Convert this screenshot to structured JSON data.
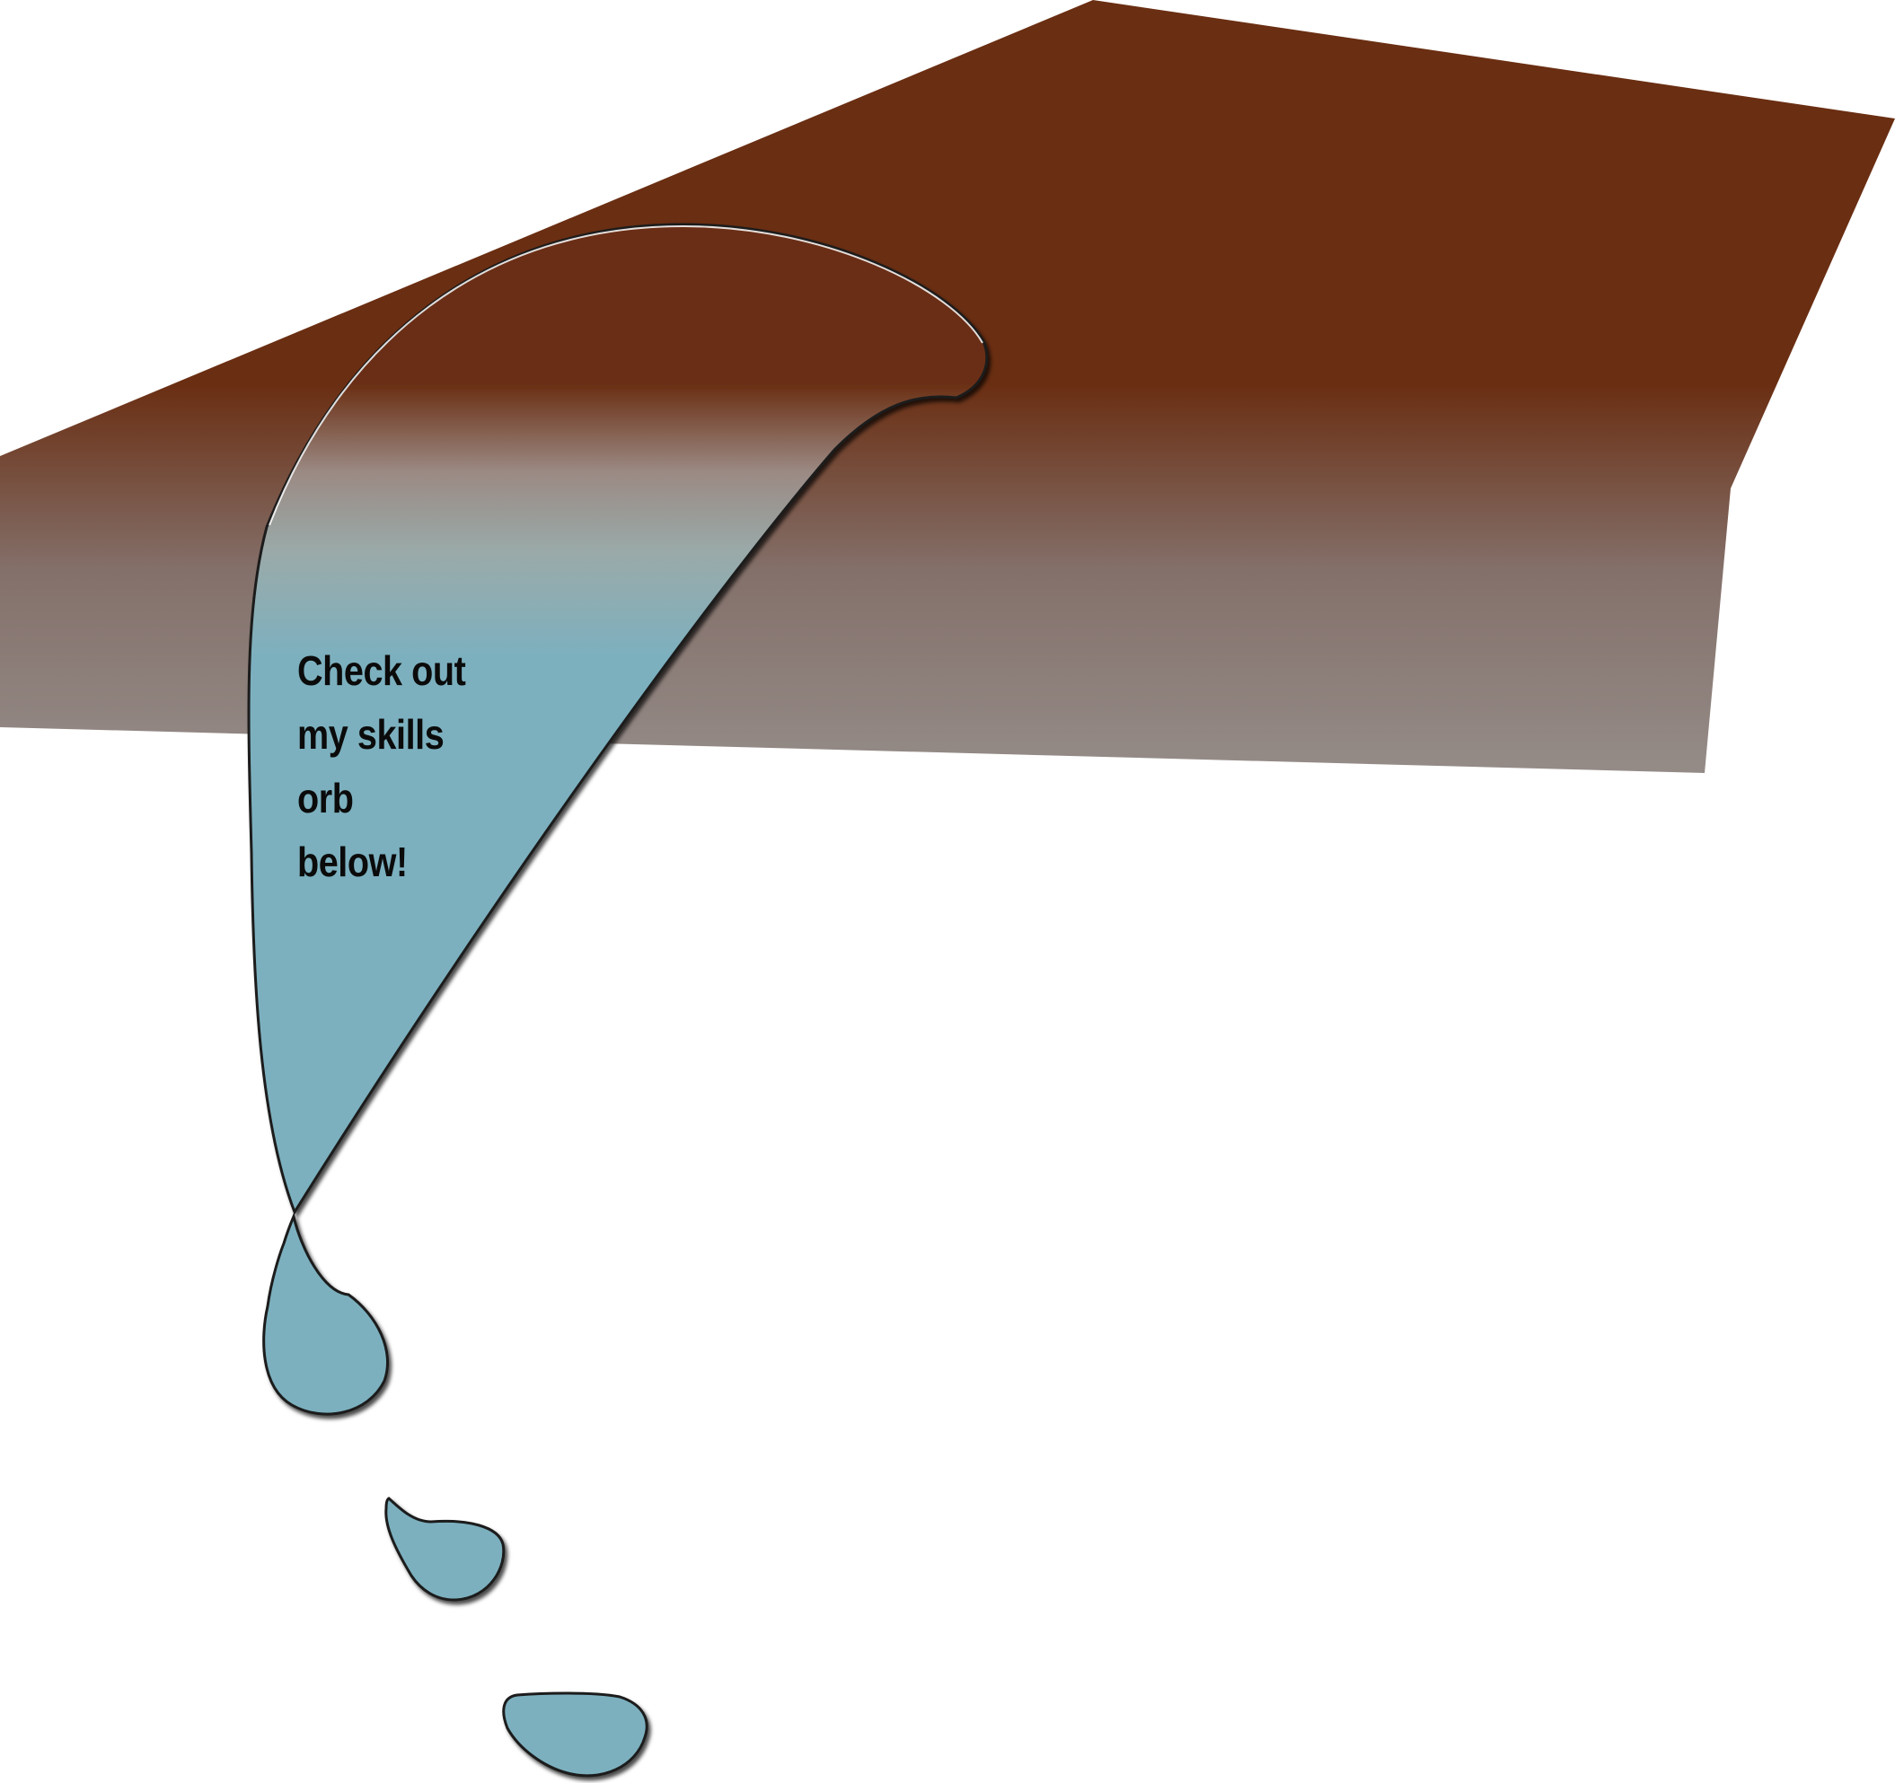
{
  "callout": {
    "lines": [
      "Check out",
      "my skills",
      "orb",
      "below!"
    ]
  },
  "colors": {
    "cap_top": "#6a2e12",
    "cap_bottom": "#948b87",
    "bubble_fill": "#7cb0bf",
    "bubble_outline": "#1b1b1b",
    "text": "#0b0b0b",
    "background": "#ffffff"
  }
}
